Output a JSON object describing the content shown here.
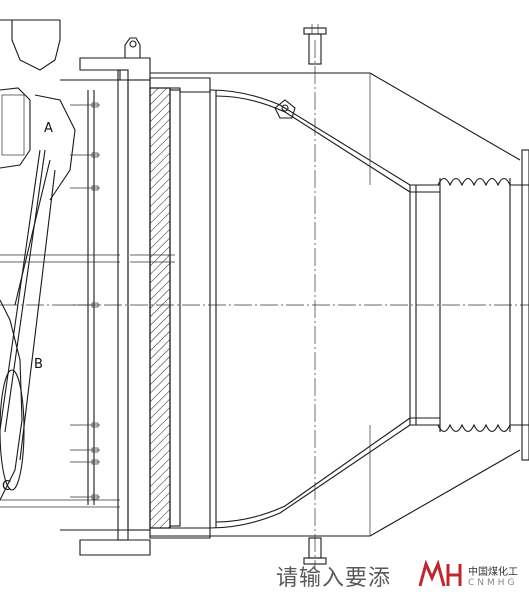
{
  "drawing": {
    "labels": {
      "a": "A",
      "b": "B",
      "c": "C"
    }
  },
  "caption": {
    "text": "请输入要添",
    "logo_mark": "MH",
    "logo_cn": "中国煤化工",
    "logo_en": "CNMHG"
  }
}
